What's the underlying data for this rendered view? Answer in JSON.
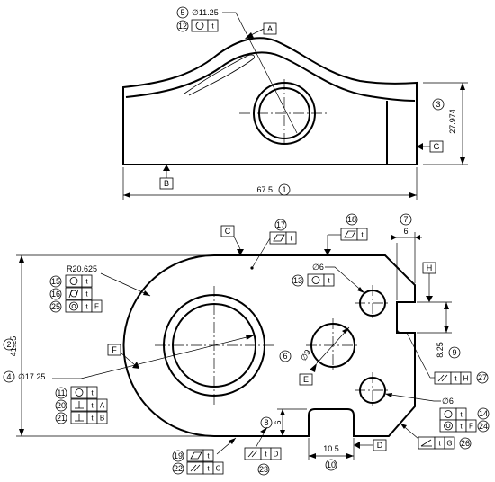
{
  "top_view": {
    "dia_hole": "∅11.25",
    "balloon_dia_hole": "5",
    "balloon_circ": "12",
    "circ_tol": "t",
    "datum_A": "A",
    "datum_B": "B",
    "datum_G": "G",
    "height_dim": "27.974",
    "balloon_height": "3",
    "length_dim": "67.5",
    "balloon_length": "1"
  },
  "plan_view": {
    "datum_C": "C",
    "datum_D": "D",
    "datum_E": "E",
    "datum_F": "F",
    "datum_H": "H",
    "radius": "R20.625",
    "width_dim": "41.25",
    "balloon_width": "2",
    "big_bore": "∅17.25",
    "balloon_big_bore": "4",
    "small_hole_top": "∅6",
    "balloon_small_hole_top": "13",
    "small_hole_bottom": "∅6",
    "balloon_small_hole_bottom": "14",
    "mid_hole": "∅9",
    "balloon_mid_hole": "6",
    "notch_width": "6",
    "balloon_notch_width": "7",
    "notch_pos": "8.25",
    "balloon_notch_pos": "9",
    "slot_width": "10.5",
    "balloon_slot_width": "10",
    "slot_depth": "6",
    "balloon_slot_depth": "8",
    "tol": "t",
    "ref_A": "A",
    "ref_B": "B",
    "ref_F": "F",
    "ref_C": "C",
    "ref_D": "D",
    "ref_G": "G",
    "ref_H": "H",
    "b11": "11",
    "b15": "15",
    "b16": "16",
    "b17": "17",
    "b18": "18",
    "b19": "19",
    "b20": "20",
    "b21": "21",
    "b22": "22",
    "b23": "23",
    "b24": "24",
    "b25": "25",
    "b26": "26",
    "b27": "27"
  }
}
